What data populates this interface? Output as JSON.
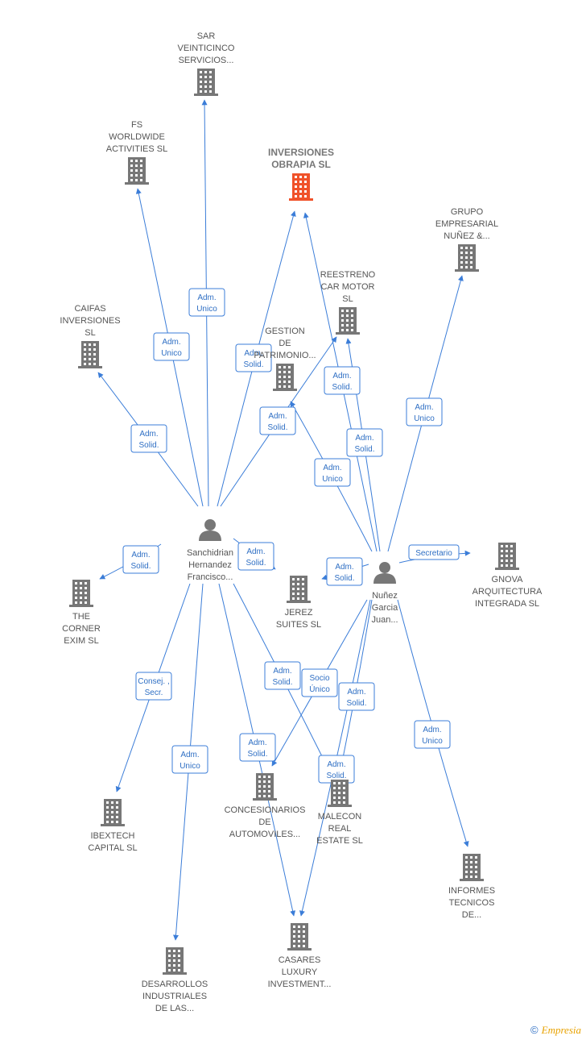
{
  "colors": {
    "edge": "#3b7dd8",
    "building": "#777777",
    "building_main": "#f0522a",
    "person": "#777777"
  },
  "nodes": [
    {
      "id": "sar",
      "type": "company",
      "lines": [
        "SAR",
        "VEINTICINCO",
        "SERVICIOS..."
      ]
    },
    {
      "id": "fs",
      "type": "company",
      "lines": [
        "FS",
        "WORLDWIDE",
        "ACTIVITIES SL"
      ]
    },
    {
      "id": "inversiones",
      "type": "company",
      "main": true,
      "lines": [
        "INVERSIONES",
        "OBRAPIA  SL"
      ]
    },
    {
      "id": "grupo",
      "type": "company",
      "lines": [
        "GRUPO",
        "EMPRESARIAL",
        "NUÑEZ &..."
      ]
    },
    {
      "id": "caifas",
      "type": "company",
      "lines": [
        "CAIFAS",
        "INVERSIONES",
        "SL"
      ]
    },
    {
      "id": "reestreno",
      "type": "company",
      "lines": [
        "REESTRENO",
        "CAR MOTOR",
        "SL"
      ]
    },
    {
      "id": "gestion",
      "type": "company",
      "lines": [
        "GESTION",
        "DE",
        "PATRIMONIO..."
      ]
    },
    {
      "id": "sanchidrian",
      "type": "person",
      "lines": [
        "Sanchidrian",
        "Hernandez",
        "Francisco..."
      ]
    },
    {
      "id": "nunez",
      "type": "person",
      "lines": [
        "Nuñez",
        "Garcia",
        "Juan..."
      ]
    },
    {
      "id": "gnova",
      "type": "company",
      "lines": [
        "GNOVA",
        "ARQUITECTURA",
        "INTEGRADA SL"
      ]
    },
    {
      "id": "corner",
      "type": "company",
      "lines": [
        "THE",
        "CORNER",
        "EXIM  SL"
      ]
    },
    {
      "id": "jerez",
      "type": "company",
      "lines": [
        "JEREZ",
        "SUITES  SL"
      ]
    },
    {
      "id": "ibextech",
      "type": "company",
      "lines": [
        "IBEXTECH",
        "CAPITAL  SL"
      ]
    },
    {
      "id": "concesionarios",
      "type": "company",
      "lines": [
        "CONCESIONARIOS",
        "DE",
        "AUTOMOVILES..."
      ]
    },
    {
      "id": "malecon",
      "type": "company",
      "lines": [
        "MALECON",
        "REAL",
        "ESTATE  SL"
      ]
    },
    {
      "id": "informes",
      "type": "company",
      "lines": [
        "INFORMES",
        "TECNICOS",
        "DE..."
      ]
    },
    {
      "id": "casares",
      "type": "company",
      "lines": [
        "CASARES",
        "LUXURY",
        "INVESTMENT..."
      ]
    },
    {
      "id": "desarrollos",
      "type": "company",
      "lines": [
        "DESARROLLOS",
        "INDUSTRIALES",
        "DE LAS..."
      ]
    }
  ],
  "edges": [
    {
      "from": "sanchidrian",
      "to": "sar",
      "label": [
        "Adm.",
        "Unico"
      ]
    },
    {
      "from": "sanchidrian",
      "to": "fs",
      "label": [
        "Adm.",
        "Unico"
      ]
    },
    {
      "from": "sanchidrian",
      "to": "inversiones",
      "label": [
        "Adm.",
        "Solid."
      ]
    },
    {
      "from": "sanchidrian",
      "to": "caifas",
      "label": [
        "Adm.",
        "Solid."
      ]
    },
    {
      "from": "sanchidrian",
      "to": "reestreno",
      "label": [
        "Adm.",
        "Solid."
      ]
    },
    {
      "from": "sanchidrian",
      "to": "corner",
      "label": [
        "Adm.",
        "Solid."
      ]
    },
    {
      "from": "sanchidrian",
      "to": "jerez",
      "label": [
        "Adm.",
        "Solid."
      ]
    },
    {
      "from": "sanchidrian",
      "to": "ibextech",
      "label": [
        "Consej. ,",
        "Secr."
      ]
    },
    {
      "from": "sanchidrian",
      "to": "desarrollos",
      "label": [
        "Adm.",
        "Unico"
      ]
    },
    {
      "from": "sanchidrian",
      "to": "malecon",
      "label": [
        "Adm.",
        "Solid."
      ]
    },
    {
      "from": "sanchidrian",
      "to": "casares",
      "label": [
        "Adm.",
        "Solid."
      ]
    },
    {
      "from": "nunez",
      "to": "inversiones",
      "label": [
        "Adm.",
        "Solid."
      ]
    },
    {
      "from": "nunez",
      "to": "reestreno",
      "label": [
        "Adm.",
        "Solid."
      ]
    },
    {
      "from": "nunez",
      "to": "gestion",
      "label": [
        "Adm.",
        "Unico"
      ]
    },
    {
      "from": "nunez",
      "to": "grupo",
      "label": [
        "Adm.",
        "Unico"
      ]
    },
    {
      "from": "nunez",
      "to": "gnova",
      "label": [
        "Secretario"
      ]
    },
    {
      "from": "nunez",
      "to": "jerez",
      "label": [
        "Adm.",
        "Solid."
      ]
    },
    {
      "from": "nunez",
      "to": "concesionarios",
      "label": [
        "Socio",
        "Único"
      ]
    },
    {
      "from": "nunez",
      "to": "malecon",
      "label": [
        "Adm.",
        "Solid."
      ]
    },
    {
      "from": "nunez",
      "to": "informes",
      "label": [
        "Adm.",
        "Unico"
      ]
    },
    {
      "from": "nunez",
      "to": "casares",
      "label": [
        "Adm.",
        "Solid."
      ]
    }
  ],
  "watermark": {
    "copyright": "©",
    "brand": "Empresia"
  }
}
